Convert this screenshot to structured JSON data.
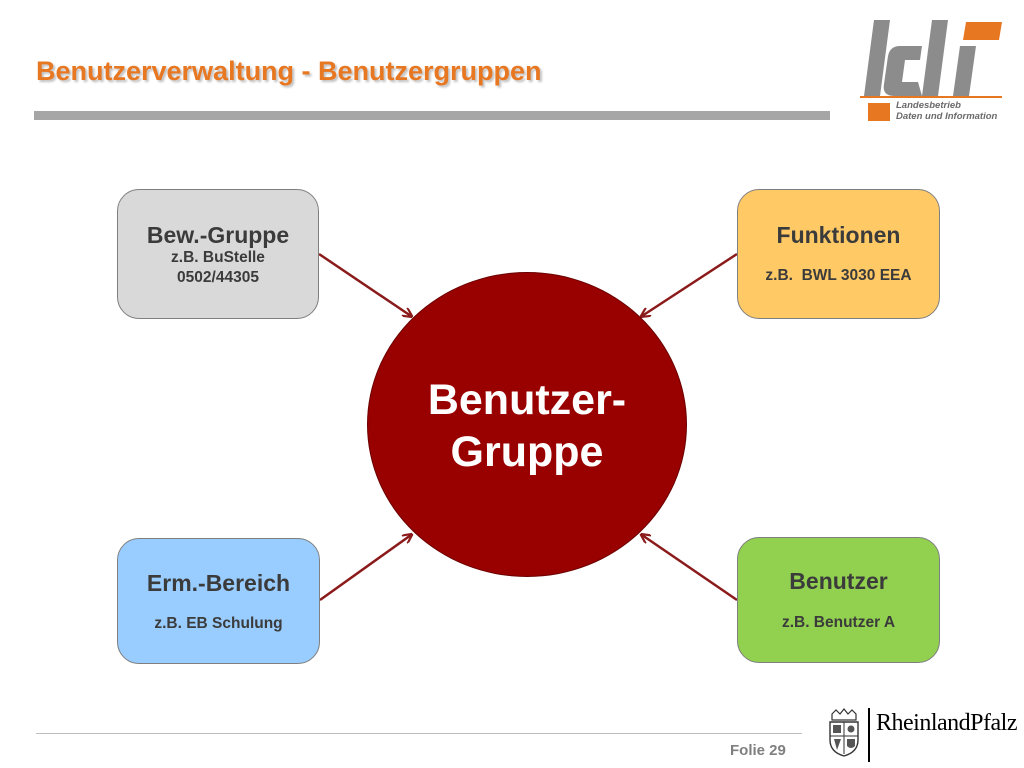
{
  "slide": {
    "title": "Benutzerverwaltung - Benutzergruppen",
    "footer_label": "Folie 29"
  },
  "logo": {
    "mark": "ldi",
    "line1": "Landesbetrieb",
    "line2": "Daten und Information",
    "brand_color": "#e87722",
    "gray_color": "#8c8c8c"
  },
  "diagram": {
    "center": {
      "line1": "Benutzer-",
      "line2": "Gruppe",
      "fill": "#990000"
    },
    "nodes": {
      "bew_gruppe": {
        "title": "Bew.-Gruppe",
        "sub1": "z.B. BuStelle",
        "sub2": "0502/44305",
        "fill": "#d9d9d9"
      },
      "funktionen": {
        "title": "Funktionen",
        "sub1": "z.B.  BWL 3030 EEA",
        "fill": "#ffc966"
      },
      "erm_bereich": {
        "title": "Erm.-Bereich",
        "sub1": "z.B. EB Schulung",
        "fill": "#99ccff"
      },
      "benutzer": {
        "title": "Benutzer",
        "sub1": "z.B. Benutzer A",
        "fill": "#92d050"
      }
    },
    "edges": [
      {
        "from": "bew_gruppe",
        "to": "center"
      },
      {
        "from": "funktionen",
        "to": "center"
      },
      {
        "from": "erm_bereich",
        "to": "center"
      },
      {
        "from": "benutzer",
        "to": "center"
      }
    ],
    "arrow_color": "#8b1a1a"
  },
  "state_logo": {
    "text1": "Rheinland",
    "text2": "Pfalz"
  }
}
